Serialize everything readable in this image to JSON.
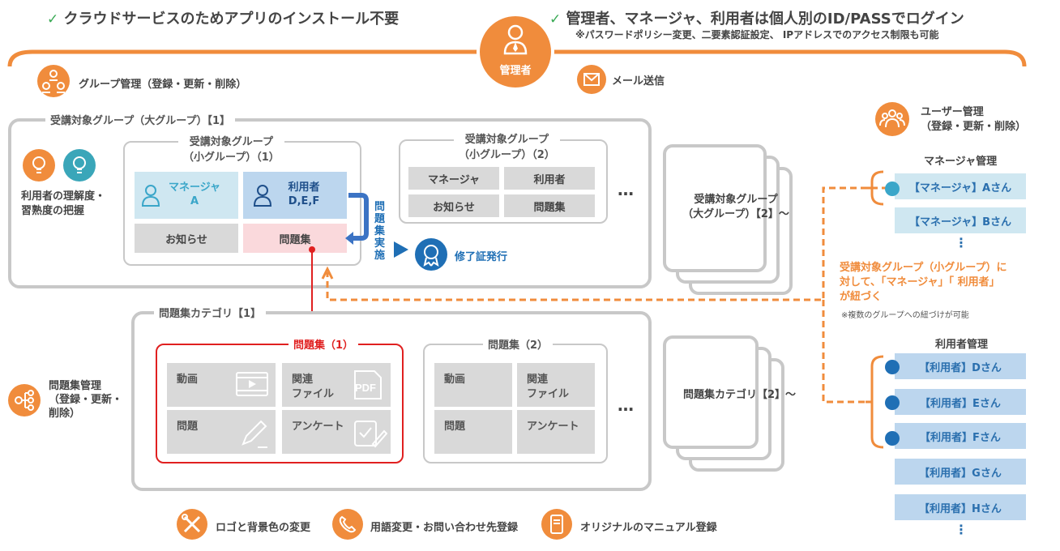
{
  "header": {
    "left_feature": "クラウドサービスのためアプリのインストール不要",
    "right_feature": "管理者、マネージャ、利用者は個人別のID/PASSでログイン",
    "right_note": "※パスワードポリシー変更、二要素認証設定、 IPアドレスでのアクセス制限も可能",
    "admin_label": "管理者",
    "check": "✓"
  },
  "top_items": {
    "group_mgmt": "グループ管理（登録・更新・削除）",
    "mail": "メール送信"
  },
  "large_group1": {
    "title": "受講対象グループ（大グループ）【1】",
    "side_label": "利用者の理解度・\n習熟度の把握",
    "small1": {
      "title": "受講対象グループ\n（小グループ）（1）",
      "manager": "マネージャ\nA",
      "users": "利用者\nD,E,F",
      "notice": "お知らせ",
      "questions": "問題集"
    },
    "small2": {
      "title": "受講対象グループ\n（小グループ）（2）",
      "manager": "マネージャ",
      "users": "利用者",
      "notice": "お知らせ",
      "questions": "問題集"
    },
    "ellipsis": "…",
    "exec_label": "問題集実施",
    "certificate": "修了証発行"
  },
  "large_group2": {
    "title": "受講対象グループ\n（大グループ）【2】～"
  },
  "category1": {
    "title": "問題集カテゴリ【1】",
    "side_label": "問題集管理\n（登録・更新・\n削除）",
    "qset1": {
      "title": "問題集（1）",
      "video": "動画",
      "file": "関連\nファイル",
      "question": "問題",
      "survey": "アンケート"
    },
    "qset2": {
      "title": "問題集（2）",
      "video": "動画",
      "file": "関連\nファイル",
      "question": "問題",
      "survey": "アンケート"
    },
    "ellipsis": "…",
    "pdf_text": "PDF"
  },
  "category2": {
    "title": "問題集カテゴリ【2】～"
  },
  "user_mgmt": {
    "title": "ユーザー管理\n（登録・更新・削除）",
    "manager_heading": "マネージャ管理",
    "managers": [
      "【マネージャ】Aさん",
      "【マネージャ】Bさん"
    ],
    "link_note": "受講対象グループ（小グループ）に\n対して、「マネージャ」「 利用者」\nが紐づく",
    "link_subnote": "※複数のグループへの紐づけが可能",
    "user_heading": "利用者管理",
    "users": [
      "【利用者】Dさん",
      "【利用者】Eさん",
      "【利用者】Fさん",
      "【利用者】Gさん",
      "【利用者】Hさん"
    ],
    "vdots": "⋮"
  },
  "bottom": {
    "logo": "ロゴと背景色の変更",
    "terms": "用語変更・お問い合わせ先登録",
    "manual": "オリジナルのマニュアル登録"
  },
  "colors": {
    "orange": "#f08c3c",
    "blue_dark": "#1f6fb5",
    "red": "#e02020",
    "gray_border": "#c8c8c8"
  }
}
